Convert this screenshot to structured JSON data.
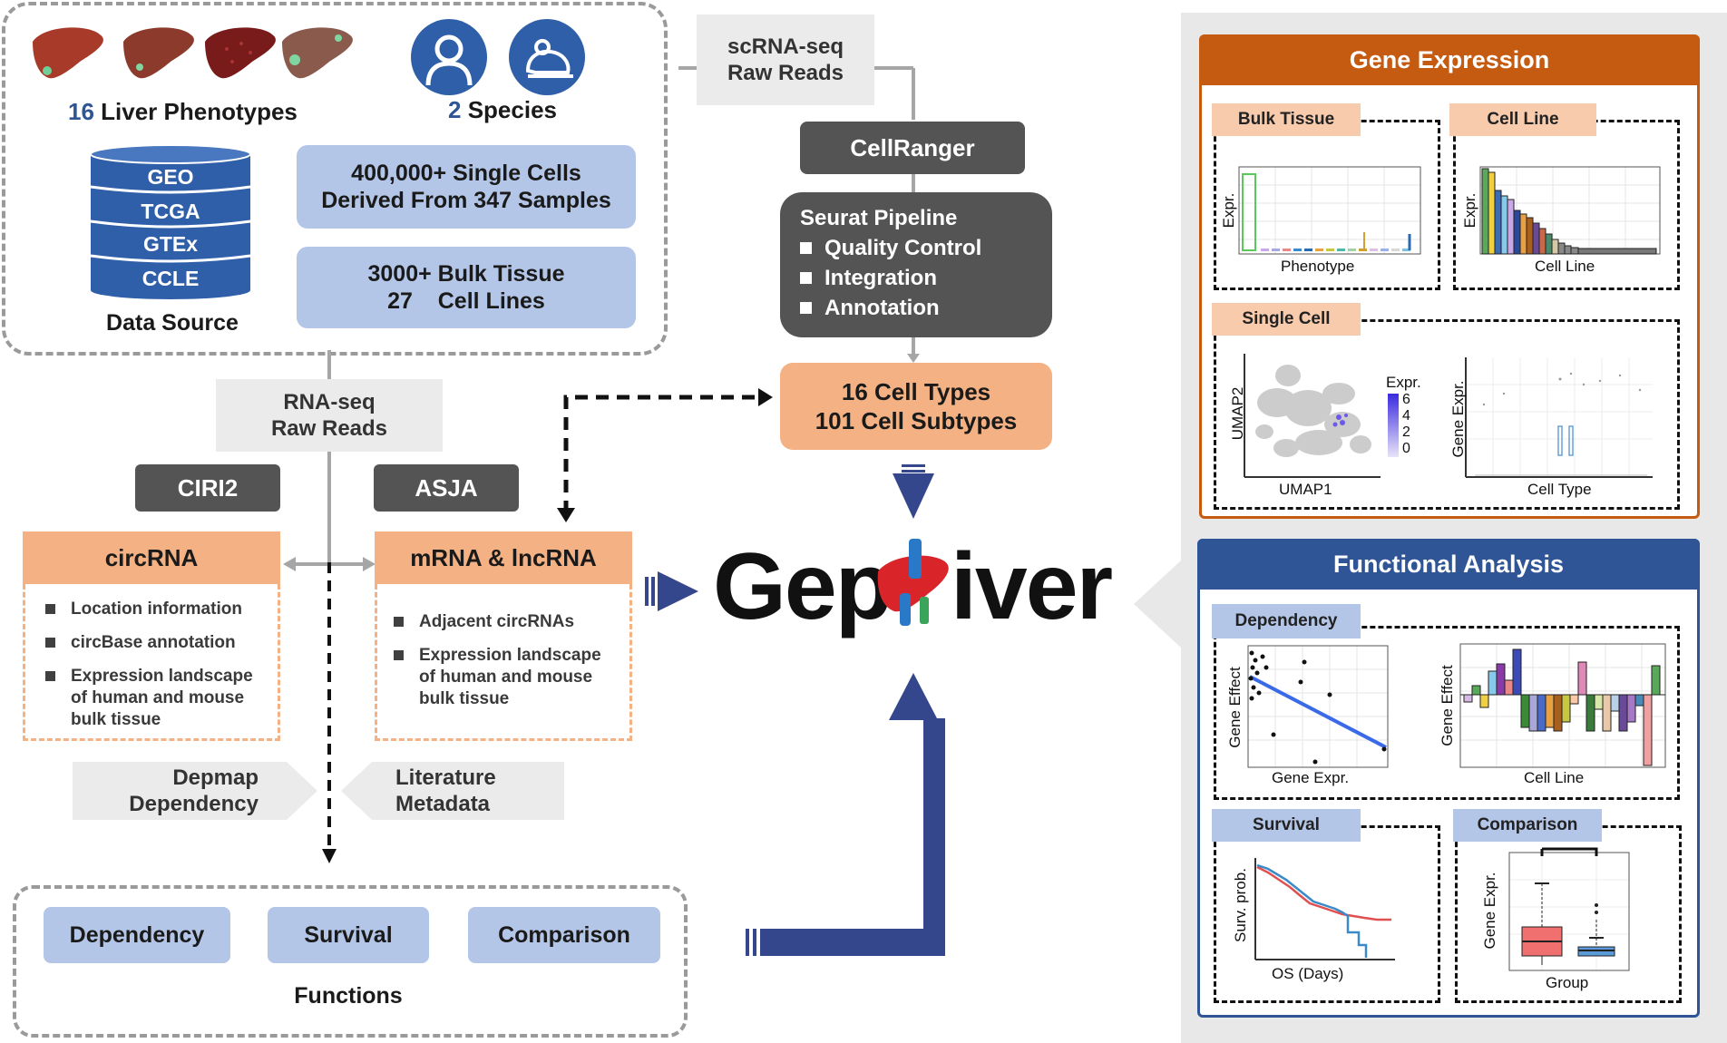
{
  "data_source": {
    "phenotypes_number": "16",
    "phenotypes_label": "Liver Phenotypes",
    "species_number": "2",
    "species_label": "Species",
    "databases": [
      "GEO",
      "TCGA",
      "GTEx",
      "CCLE"
    ],
    "caption": "Data Source",
    "single_cells_line1": "400,000+ Single Cells",
    "single_cells_line2": "Derived From 347 Samples",
    "bulk_line1": "3000+ Bulk Tissue",
    "bulk_line2": "27    Cell Lines"
  },
  "pipeline": {
    "rnaseq_line1": "RNA-seq",
    "rnaseq_line2": "Raw Reads",
    "scrna_line1": "scRNA-seq",
    "scrna_line2": "Raw Reads",
    "cellranger": "CellRanger",
    "seurat_title": "Seurat Pipeline",
    "seurat_steps": [
      "Quality Control",
      "Integration",
      "Annotation"
    ],
    "cell_types_line1": "16 Cell Types",
    "cell_types_line2": "101 Cell Subtypes",
    "ciri2": "CIRI2",
    "asja": "ASJA",
    "depmap_line1": "Depmap",
    "depmap_line2": "Dependency",
    "literature_line1": "Literature",
    "literature_line2": "Metadata"
  },
  "circrna": {
    "title": "circRNA",
    "items": [
      "Location information",
      "circBase annotation",
      "Expression landscape of human and mouse bulk tissue"
    ]
  },
  "mrna": {
    "title": "mRNA & lncRNA",
    "items": [
      "Adjacent circRNAs",
      "Expression landscape of human and mouse bulk tissue"
    ]
  },
  "functions": {
    "buttons": [
      "Dependency",
      "Survival",
      "Comparison"
    ],
    "caption": "Functions"
  },
  "logo": {
    "left": "Gep",
    "right": "iver"
  },
  "gene_expression": {
    "title": "Gene Expression",
    "bulk_tissue": {
      "tab": "Bulk Tissue",
      "ylabel": "Expr.",
      "xlabel": "Phenotype"
    },
    "cell_line": {
      "tab": "Cell Line",
      "ylabel": "Expr.",
      "xlabel": "Cell Line"
    },
    "single_cell": {
      "tab": "Single Cell",
      "umap_ylabel": "UMAP2",
      "umap_xlabel": "UMAP1",
      "legend_title": "Expr.",
      "legend_ticks": [
        "6",
        "4",
        "2",
        "0"
      ],
      "ylabel": "Gene Expr.",
      "xlabel": "Cell Type"
    }
  },
  "functional_analysis": {
    "title": "Functional Analysis",
    "dependency": {
      "tab": "Dependency",
      "scatter_ylabel": "Gene Effect",
      "scatter_xlabel": "Gene Expr.",
      "bar_ylabel": "Gene Effect",
      "bar_xlabel": "Cell Line"
    },
    "survival": {
      "tab": "Survival",
      "ylabel": "Surv. prob.",
      "xlabel": "OS  (Days)"
    },
    "comparison": {
      "tab": "Comparison",
      "ylabel": "Gene Expr.",
      "xlabel": "Group"
    }
  },
  "colors": {
    "blue_fill": "#b4c6e7",
    "orange_fill": "#f4b183",
    "dark_gray": "#545454",
    "navy": "#2f5597",
    "orange_header": "#c55a11",
    "arrow_navy": "#34468c",
    "logo_red": "#d9252a"
  }
}
